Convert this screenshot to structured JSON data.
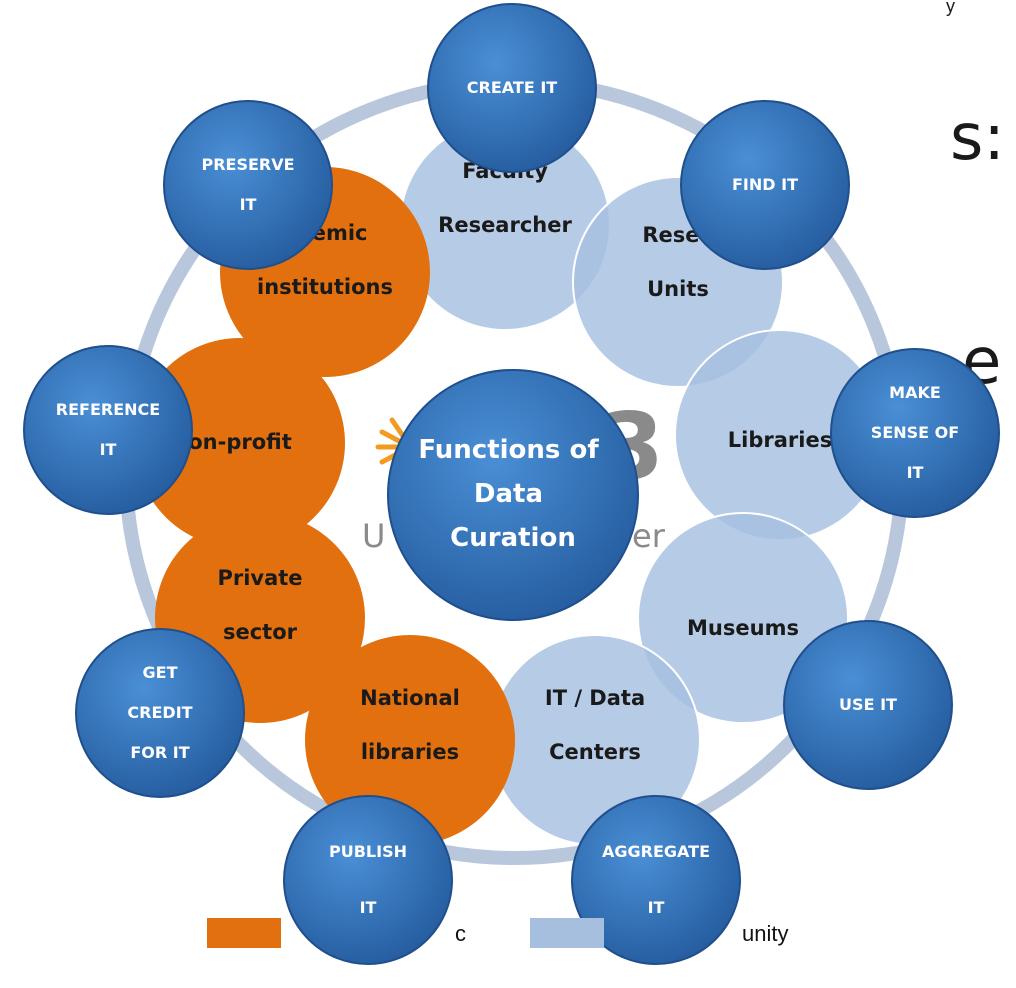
{
  "slide": {
    "fragment_colon": "s:",
    "fragment_e": "e",
    "corner_fragment": "y"
  },
  "colors": {
    "orange": "#e2700f",
    "light_blue": "#a6bfdf",
    "function_blue": "#2f6fb7",
    "ring": "#b9c7dc",
    "logo_orange": "#f39a21"
  },
  "logo": {
    "letter": "3",
    "text_left": "U",
    "text_right": "er"
  },
  "center": {
    "lines": [
      "Functions of",
      "Data",
      "Curation"
    ]
  },
  "functions": [
    {
      "id": "create",
      "lines": [
        "CREATE IT"
      ]
    },
    {
      "id": "find",
      "lines": [
        "FIND IT"
      ]
    },
    {
      "id": "make-sense",
      "lines": [
        "MAKE",
        "SENSE OF",
        "IT"
      ]
    },
    {
      "id": "use",
      "lines": [
        "USE IT"
      ]
    },
    {
      "id": "aggregate",
      "lines": [
        "AGGREGATE",
        "IT"
      ]
    },
    {
      "id": "publish",
      "lines": [
        "PUBLISH",
        "IT"
      ]
    },
    {
      "id": "get-credit",
      "lines": [
        "GET",
        "CREDIT",
        "FOR IT"
      ]
    },
    {
      "id": "reference",
      "lines": [
        "REFERENCE",
        "IT"
      ]
    },
    {
      "id": "preserve",
      "lines": [
        "PRESERVE",
        "IT"
      ]
    }
  ],
  "orange_groups": [
    {
      "id": "academic",
      "lines": [
        "ademic",
        "institutions"
      ]
    },
    {
      "id": "nonprofit",
      "lines": [
        "on-profit"
      ]
    },
    {
      "id": "private",
      "lines": [
        "Private",
        "sector"
      ]
    },
    {
      "id": "national",
      "lines": [
        "National",
        "libraries"
      ]
    }
  ],
  "blue_groups": [
    {
      "id": "faculty",
      "lines": [
        "Faculty",
        "Researcher"
      ]
    },
    {
      "id": "research-units",
      "lines": [
        "Resea",
        "Units"
      ]
    },
    {
      "id": "libraries",
      "lines": [
        "Libraries"
      ]
    },
    {
      "id": "museums",
      "lines": [
        "Museums"
      ]
    },
    {
      "id": "it-data",
      "lines": [
        "IT / Data",
        "Centers"
      ]
    }
  ],
  "legend": {
    "orange_label": "c",
    "blue_label": "unity"
  }
}
